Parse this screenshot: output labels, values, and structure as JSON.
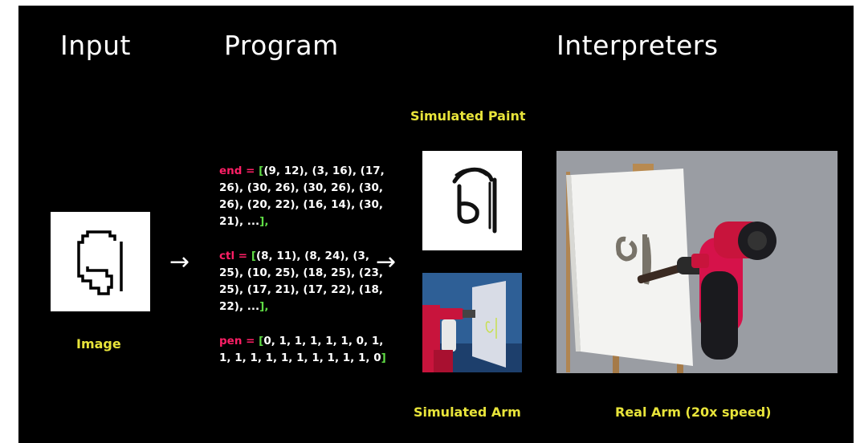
{
  "headers": {
    "input": "Input",
    "program": "Program",
    "interpreters": "Interpreters"
  },
  "labels": {
    "image": "Image",
    "simulated_paint": "Simulated Paint",
    "simulated_arm": "Simulated Arm",
    "real_arm": "Real Arm (20x speed)"
  },
  "program": {
    "end": {
      "name": "end",
      "eq": " = ",
      "open": "[",
      "body": "(9, 12), (3, 16), (17, 26), (30, 26), (30, 26), (30, 26), (20, 22), (16, 14), (30, 21), ...",
      "close": "],"
    },
    "ctl": {
      "name": "ctl",
      "eq": " = ",
      "open": "[",
      "body": "(8, 11), (8, 24), (3, 25), (10, 25), (18, 25), (23, 25), (17, 21), (17, 22), (18, 22), ...",
      "close": "],"
    },
    "pen": {
      "name": "pen",
      "eq": " = ",
      "open": "[",
      "body": "0, 1, 1, 1, 1, 1, 0, 1, 1, 1, 1, 1, 1, 1, 1, 1, 1, 1, 0",
      "close": "]"
    }
  },
  "arrows": {
    "first": "→",
    "second": "→"
  },
  "colors": {
    "background": "#000000",
    "header_text": "#ffffff",
    "label_text": "#e8e43a",
    "keyword": "#ff1f66",
    "bracket": "#5fdc45",
    "robot_red": "#c8143c"
  }
}
